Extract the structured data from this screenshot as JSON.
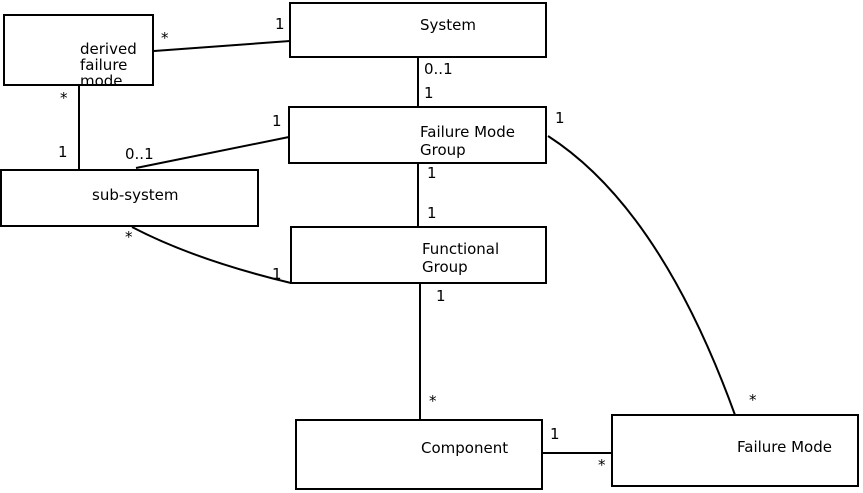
{
  "diagram": {
    "background_color": "#ffffff",
    "stroke_color": "#000000",
    "text_color": "#000000",
    "entities": [
      {
        "id": "derived-failure-mode",
        "label_lines": [
          "derived",
          "failure",
          "mode"
        ]
      },
      {
        "id": "system",
        "label_lines": [
          "System"
        ]
      },
      {
        "id": "failure-mode-group",
        "label_lines": [
          "Failure Mode",
          "Group"
        ]
      },
      {
        "id": "sub-system",
        "label_lines": [
          "sub-system"
        ]
      },
      {
        "id": "functional-group",
        "label_lines": [
          "Functional",
          "Group"
        ]
      },
      {
        "id": "component",
        "label_lines": [
          "Component"
        ]
      },
      {
        "id": "failure-mode",
        "label_lines": [
          "Failure Mode"
        ]
      }
    ],
    "relationships": [
      {
        "source": "System",
        "target": "derived failure mode",
        "source_card": "1",
        "target_card": "*"
      },
      {
        "source": "derived failure mode",
        "target": "sub-system",
        "source_card": "*",
        "target_card": "1"
      },
      {
        "source": "Failure Mode Group",
        "target": "sub-system",
        "source_card": "1",
        "target_card": "0..1"
      },
      {
        "source": "System",
        "target": "Failure Mode Group",
        "source_card": "0..1",
        "target_card": "1"
      },
      {
        "source": "Failure Mode Group",
        "target": "Functional Group",
        "source_card": "1",
        "target_card": "1"
      },
      {
        "source": "sub-system",
        "target": "Functional Group",
        "source_card": "*",
        "target_card": "1"
      },
      {
        "source": "Failure Mode Group",
        "target": "Failure Mode",
        "source_card": "1",
        "target_card": "*"
      },
      {
        "source": "Functional Group",
        "target": "Component",
        "source_card": "1",
        "target_card": "*"
      },
      {
        "source": "Component",
        "target": "Failure Mode",
        "source_card": "1",
        "target_card": "*"
      }
    ]
  }
}
